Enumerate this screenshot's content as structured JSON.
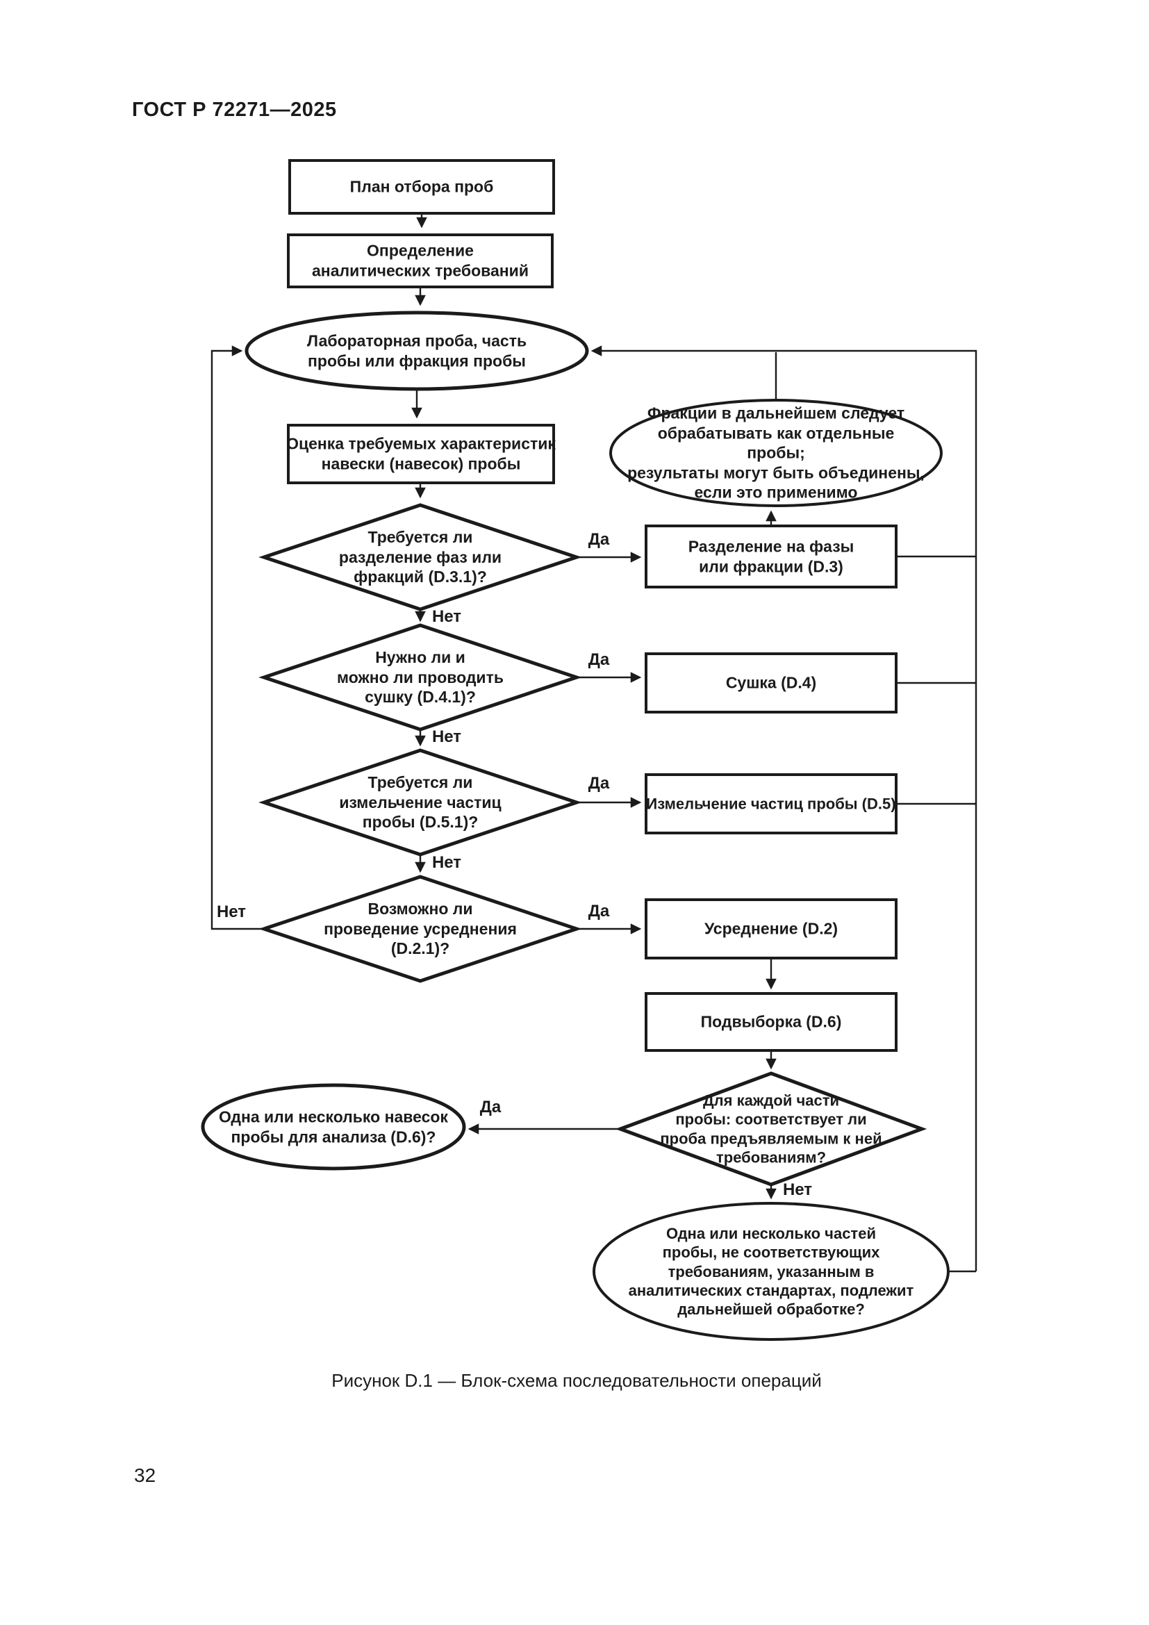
{
  "page": {
    "header": "ГОСТ Р 72271—2025",
    "caption": "Рисунок D.1 — Блок-схема последовательности операций",
    "page_number": "32"
  },
  "flowchart": {
    "labels": {
      "yes": "Да",
      "no": "Нет"
    },
    "nodes": {
      "plan": "План отбора проб",
      "define": "Определение\nаналитических требований",
      "lab_sample": "Лабораторная проба, часть\nпробы или фракция пробы",
      "assess": "Оценка требуемых характеристик\nнавески (навесок) пробы",
      "q_phase": "Требуется ли\nразделение фаз или\nфракций (D.3.1)?",
      "fractions_note": "Фракции в дальнейшем следует\nобрабатывать как отдельные пробы;\nрезультаты могут быть объединены,\nесли это применимо",
      "phase_separation": "Разделение на фазы\nили фракции (D.3)",
      "q_drying": "Нужно ли и\nможно ли проводить\nсушку (D.4.1)?",
      "drying": "Сушка (D.4)",
      "q_grinding": "Требуется ли\nизмельчение частиц\nпробы (D.5.1)?",
      "grinding": "Измельчение частиц пробы (D.5)",
      "q_averaging": "Возможно ли\nпроведение усреднения\n(D.2.1)?",
      "averaging": "Усреднение (D.2)",
      "subsampling": "Подвыборка (D.6)",
      "q_conformity": "Для каждой части\nпробы: соответствует ли\nпроба предъявляемым к ней\nтребованиям?",
      "test_portions": "Одна или несколько навесок\nпробы для анализа (D.6)?",
      "nonconforming": "Одна или несколько частей\nпробы, не соответствующих\nтребованиям, указанным в\nаналитических стандартах, подлежит\nдальнейшей обработке?"
    }
  }
}
